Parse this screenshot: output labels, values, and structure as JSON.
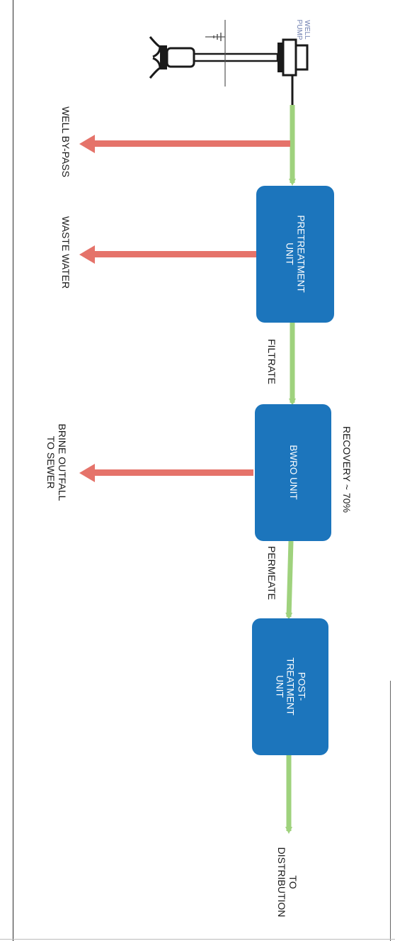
{
  "well_pump_label": [
    "WELL",
    "PUMP"
  ],
  "units": [
    {
      "label": [
        "PRETREATMENT",
        "UNIT"
      ]
    },
    {
      "label": [
        "BWRO UNIT"
      ]
    },
    {
      "label": [
        "POST-",
        "TREATMENT",
        "UNIT"
      ]
    }
  ],
  "flows": {
    "filtrate": "FILTRATE",
    "permeate": "PERMEATE",
    "recovery": "RECOVERY ~ 70%",
    "distribution": [
      "TO",
      "DISTRIBUTION"
    ]
  },
  "waste_streams": {
    "well_bypass": "WELL BY-PASS",
    "waste_water": "WASTE WATER",
    "brine": [
      "BRINE OUTFALL",
      "TO SEWER"
    ]
  },
  "colors": {
    "unit_fill": "#1c75bc",
    "process_arrow": "#9fd27d",
    "waste_arrow": "#e5736a",
    "pump": "#1a1a1a"
  }
}
